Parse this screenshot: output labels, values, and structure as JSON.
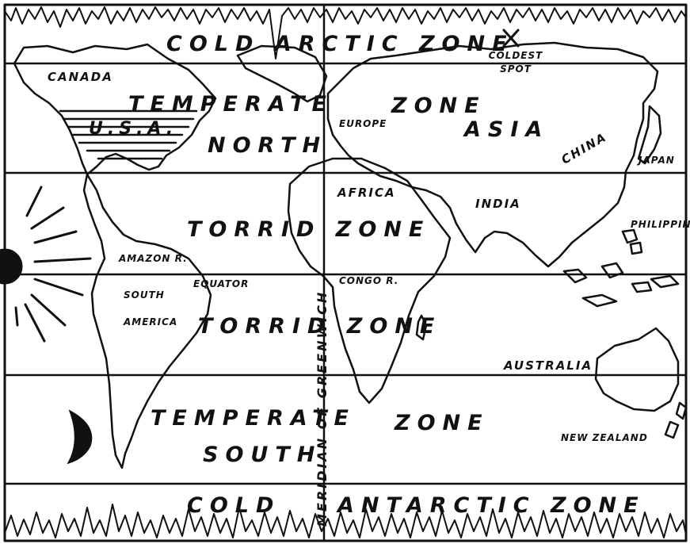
{
  "colors": {
    "ink": "#111111",
    "paper": "#ffffff"
  },
  "labels": {
    "cold_arctic": "COLD ARCTIC ZONE",
    "coldest_spot": "COLDEST SPOT",
    "canada": "CANADA",
    "usa": "U.S.A.",
    "temperate_north_1": "TEMPERATE",
    "temperate_north_2": "ZONE",
    "north": "NORTH",
    "europe": "EUROPE",
    "asia": "ASIA",
    "china": "CHINA",
    "japan": "JAPAN",
    "africa": "AFRICA",
    "india": "INDIA",
    "philippines": "PHILIPPINES",
    "torrid_north": "TORRID ZONE",
    "amazon": "AMAZON R.",
    "equator": "EQUATOR",
    "congo": "CONGO R.",
    "south_america_1": "SOUTH",
    "south_america_2": "AMERICA",
    "torrid_south": "TORRID ZONE",
    "australia": "AUSTRALIA",
    "temperate_south_1": "TEMPERATE",
    "temperate_south_2": "ZONE",
    "south": "SOUTH",
    "new_zealand": "NEW ZEALAND",
    "cold_antarctic_1": "COLD",
    "cold_antarctic_2": "ANTARCTIC ZONE",
    "meridian": "MERIDIAN OF GREENWICH"
  },
  "icons": [
    "sun-icon",
    "moon-icon",
    "coldest-spot-x-icon"
  ]
}
